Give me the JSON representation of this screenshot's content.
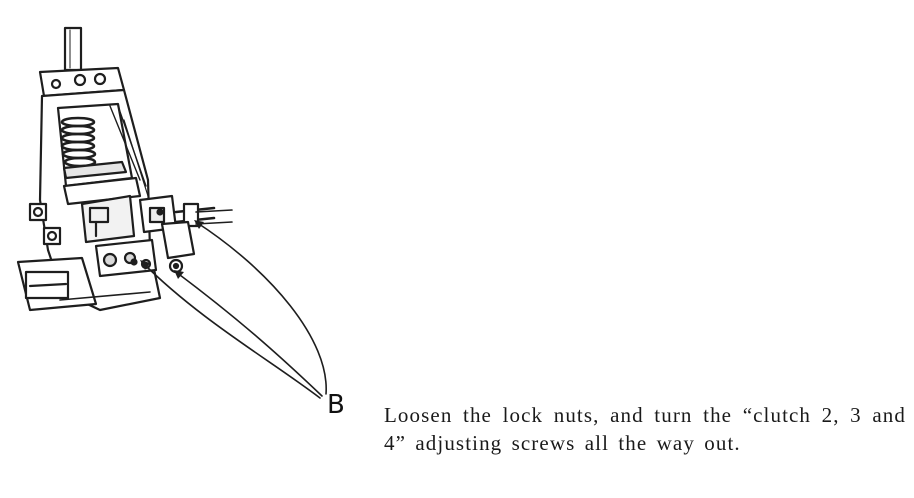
{
  "figure": {
    "callout_label": "B",
    "icon": "mechanism-illustration"
  },
  "instruction": {
    "text": "Loosen the lock nuts, and turn the “clutch 2, 3 and 4” adjusting screws all the way out."
  }
}
